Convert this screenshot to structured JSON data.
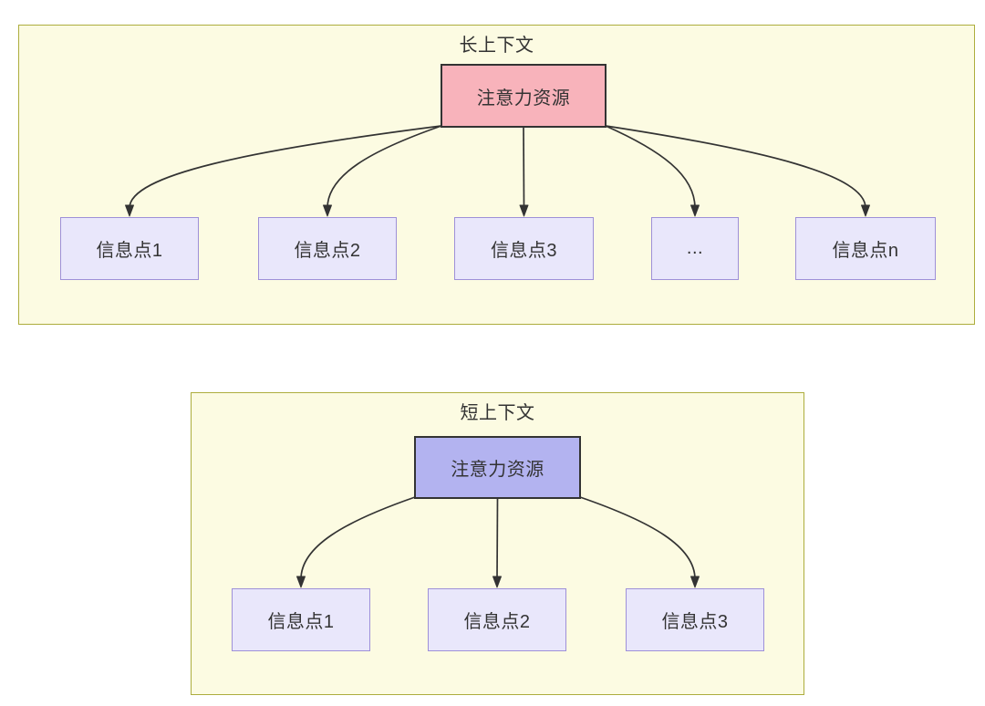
{
  "colors": {
    "page_bg": "#ffffff",
    "container_fill": "#fcfbe2",
    "container_border": "#adad3d",
    "node_fill": "#e9e7fb",
    "node_border": "#9e90d8",
    "hub_border": "#333333",
    "arrow": "#333333",
    "text": "#333333",
    "hub_long_fill": "#f8b3bb",
    "hub_short_fill": "#b3b3f0"
  },
  "sections": [
    {
      "id": "long-context",
      "title": "长上下文",
      "hub": {
        "label": "注意力资源",
        "fill": "#f8b3bb"
      },
      "children": [
        {
          "label": "信息点1"
        },
        {
          "label": "信息点2"
        },
        {
          "label": "信息点3"
        },
        {
          "label": "..."
        },
        {
          "label": "信息点n"
        }
      ]
    },
    {
      "id": "short-context",
      "title": "短上下文",
      "hub": {
        "label": "注意力资源",
        "fill": "#b3b3f0"
      },
      "children": [
        {
          "label": "信息点1"
        },
        {
          "label": "信息点2"
        },
        {
          "label": "信息点3"
        }
      ]
    }
  ]
}
